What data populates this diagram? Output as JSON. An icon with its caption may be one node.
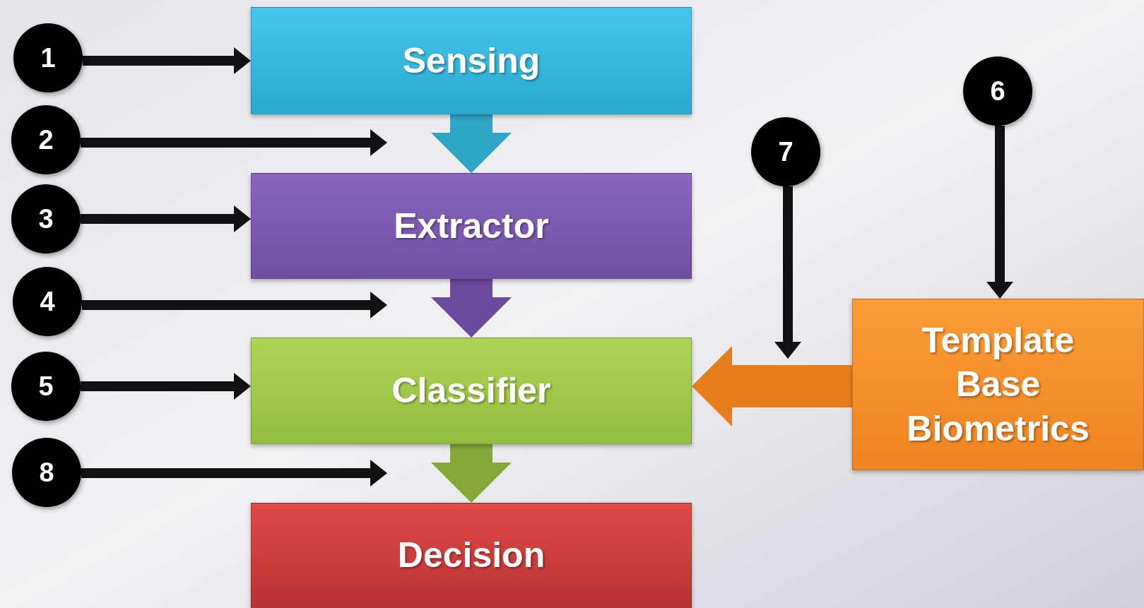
{
  "diagram": {
    "nodes": [
      {
        "text": [
          "1"
        ]
      },
      {
        "text": [
          "Sensing"
        ]
      },
      {
        "text": [
          "6"
        ]
      },
      {
        "text": [
          "2"
        ]
      },
      {
        "text": [
          "7"
        ]
      },
      {
        "text": [
          "3"
        ]
      },
      {
        "text": [
          "Extractor"
        ]
      },
      {
        "text": [
          "4"
        ]
      },
      {
        "text": [
          "Template Base Biometrics"
        ]
      },
      {
        "text": [
          "5"
        ]
      },
      {
        "text": [
          "Classifier"
        ]
      },
      {
        "text": [
          "8"
        ]
      },
      {
        "text": [
          "Decision"
        ]
      }
    ],
    "edges": [
      {
        "from": 0,
        "to": 1,
        "arrow": "to"
      },
      {
        "from": 3,
        "to": 6,
        "arrow": "to"
      },
      {
        "from": 5,
        "to": 6,
        "arrow": "to"
      },
      {
        "from": 7,
        "to": 6,
        "arrow": "to"
      },
      {
        "from": 9,
        "to": 10,
        "arrow": "to"
      },
      {
        "from": 11,
        "to": 12,
        "arrow": "to"
      },
      {
        "from": 4,
        "to": null,
        "arrow": "to"
      },
      {
        "from": 2,
        "to": 8,
        "arrow": "to"
      },
      {
        "from": 1,
        "to": 6,
        "arrow": "to",
        "style": "thick",
        "color": "#2fa6c8"
      },
      {
        "from": 6,
        "to": 10,
        "arrow": "to",
        "style": "thick",
        "color": "#6a4a9c"
      },
      {
        "from": 10,
        "to": 12,
        "arrow": "to",
        "style": "thick",
        "color": "#86a83a"
      },
      {
        "from": 8,
        "to": 10,
        "arrow": "to",
        "style": "thick",
        "color": "#e87d1c"
      }
    ]
  }
}
